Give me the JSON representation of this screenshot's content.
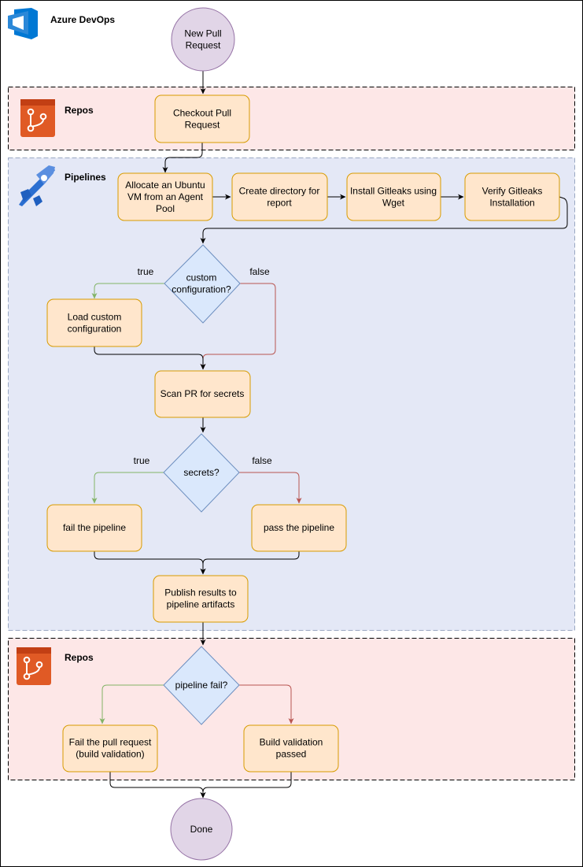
{
  "brand": {
    "label": "Azure DevOps"
  },
  "lanes": {
    "repos_top": {
      "label": "Repos"
    },
    "pipelines": {
      "label": "Pipelines"
    },
    "repos_bottom": {
      "label": "Repos"
    }
  },
  "nodes": {
    "new_pr": [
      "New Pull",
      "Request"
    ],
    "checkout": [
      "Checkout Pull",
      "Request"
    ],
    "allocate": [
      "Allocate an Ubuntu",
      "VM from an Agent",
      "Pool"
    ],
    "create_dir": [
      "Create directory for",
      "report"
    ],
    "install": [
      "Install Gitleaks using",
      "Wget"
    ],
    "verify": [
      "Verify Gitleaks",
      "Installation"
    ],
    "custom_config": [
      "custom",
      "configuration?"
    ],
    "load_config": [
      "Load custom",
      "configuration"
    ],
    "scan": [
      "Scan PR for secrets"
    ],
    "secrets": [
      "secrets?"
    ],
    "fail_pipeline": [
      "fail the pipeline"
    ],
    "pass_pipeline": [
      "pass the pipeline"
    ],
    "publish": [
      "Publish results to",
      "pipeline artifacts"
    ],
    "pipeline_fail": [
      "pipeline fail?"
    ],
    "fail_pr": [
      "Fail the pull request",
      "(build validation)"
    ],
    "build_passed": [
      "Build validation",
      "passed"
    ],
    "done": [
      "Done"
    ]
  },
  "edge_labels": {
    "custom_true": "true",
    "custom_false": "false",
    "secrets_true": "true",
    "secrets_false": "false"
  },
  "colors": {
    "process_fill": "#ffe6cc",
    "process_stroke": "#d79b00",
    "terminal_fill": "#e1d5e7",
    "terminal_stroke": "#9673a6",
    "decision_fill": "#dae8fc",
    "decision_stroke": "#6c8ebf",
    "repos_lane_fill": "#fde7e7",
    "pipelines_lane_fill": "#e4e8f6",
    "true_edge": "#82b366",
    "false_edge": "#b85450",
    "azure_blue": "#0078d4",
    "repos_icon": "#e05a25"
  },
  "icons": {
    "brand": "azure-devops-logo-icon",
    "repos": "azure-repos-icon",
    "pipelines": "azure-pipelines-icon"
  }
}
